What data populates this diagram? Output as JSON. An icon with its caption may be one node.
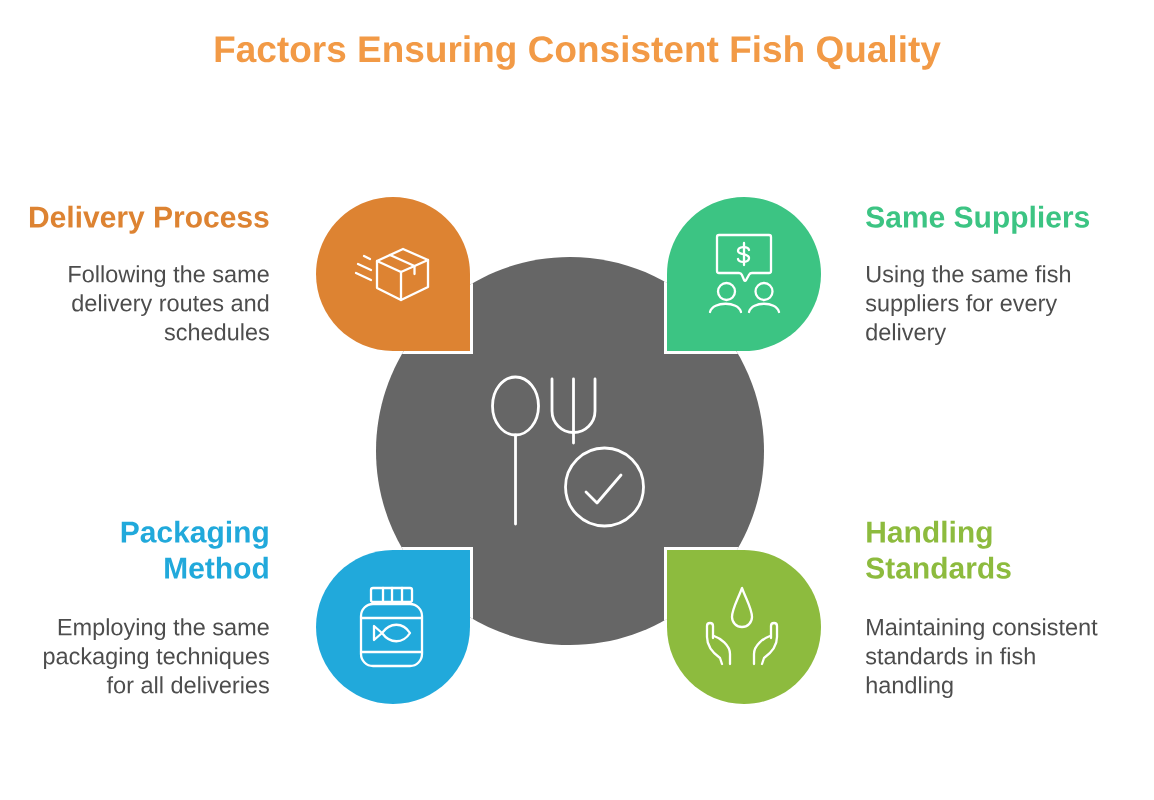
{
  "diagram": {
    "title": "Factors Ensuring Consistent Fish Quality",
    "nodes": [
      {
        "text": [
          "Delivery Process",
          "Following the same delivery routes and schedules"
        ]
      },
      {
        "text": [
          "Same Suppliers",
          "Using the same fish suppliers for every delivery"
        ]
      },
      {
        "text": [
          "Packaging Method",
          "Employing the same packaging techniques for all deliveries"
        ]
      },
      {
        "text": [
          "Handling Standards",
          "Maintaining consistent standards in fish handling"
        ]
      },
      {
        "text": [],
        "shape": "circle"
      }
    ]
  }
}
